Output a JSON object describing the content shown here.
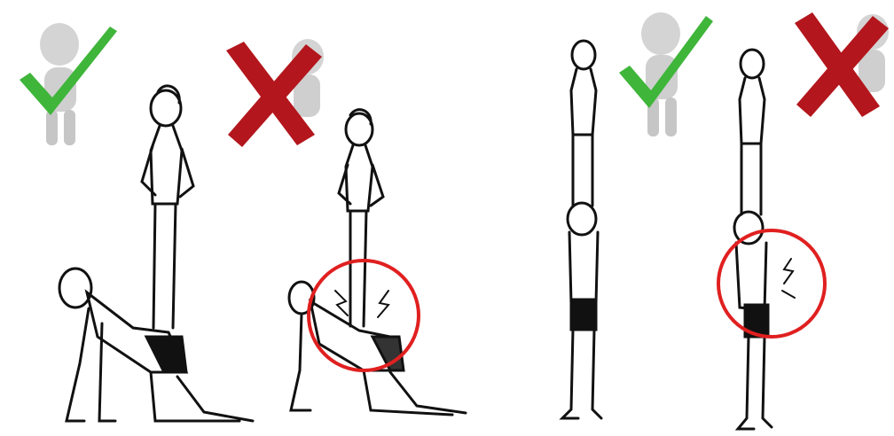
{
  "title": "",
  "panels": [
    {
      "id": "left-pair",
      "examples": [
        {
          "verdict": "correct",
          "icon": "checkmark-figure-icon",
          "figure": "stand-on-back-pose",
          "highlight": false
        },
        {
          "verdict": "incorrect",
          "icon": "cross-figure-icon",
          "figure": "stand-on-lower-back-pose",
          "highlight": true,
          "highlight_color": "#e02020"
        }
      ]
    },
    {
      "id": "right-pair",
      "examples": [
        {
          "verdict": "correct",
          "icon": "checkmark-figure-icon",
          "figure": "shoulder-stand-pose",
          "highlight": false
        },
        {
          "verdict": "incorrect",
          "icon": "cross-figure-icon",
          "figure": "shoulder-stand-arched-pose",
          "highlight": true,
          "highlight_color": "#e02020"
        }
      ]
    }
  ],
  "colors": {
    "check": "#3fb53a",
    "cross": "#b3161c",
    "figure": "#c9c9c9",
    "line": "#111111",
    "ring": "#e02020"
  }
}
